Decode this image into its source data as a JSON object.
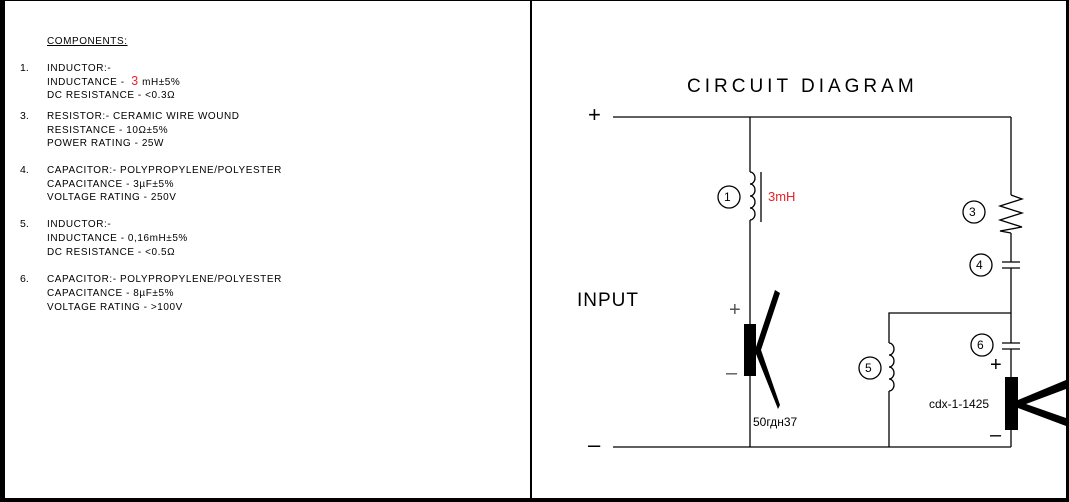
{
  "components": {
    "heading": "COMPONENTS:",
    "items": [
      {
        "num": "1.",
        "lines": [
          "INDUCTOR:-",
          "INDUCTANCE -",
          "DC RESISTANCE - <0.3Ω"
        ],
        "value_highlight": "3",
        "value_suffix": "mH±5%"
      },
      {
        "num": "3.",
        "lines": [
          "RESISTOR:- CERAMIC WIRE WOUND",
          "RESISTANCE - 10Ω±5%",
          "POWER RATING - 25W"
        ]
      },
      {
        "num": "4.",
        "lines": [
          "CAPACITOR:- POLYPROPYLENE/POLYESTER",
          "CAPACITANCE - 3µF±5%",
          "VOLTAGE RATING - 250V"
        ]
      },
      {
        "num": "5.",
        "lines": [
          "INDUCTOR:-",
          "INDUCTANCE - 0,16mH±5%",
          "DC RESISTANCE - <0.5Ω"
        ]
      },
      {
        "num": "6.",
        "lines": [
          "CAPACITOR:- POLYPROPYLENE/POLYESTER",
          "CAPACITANCE - 8µF±5%",
          "VOLTAGE RATING - >100V"
        ]
      }
    ]
  },
  "diagram": {
    "title": "CIRCUIT DIAGRAM",
    "input_label": "INPUT",
    "plus": "+",
    "minus": "–",
    "inductor1_label": "1",
    "inductor1_value": "3mH",
    "resistor_label": "3",
    "capacitor4_label": "4",
    "inductor5_label": "5",
    "capacitor6_label": "6",
    "woofer_model": "50гдн37",
    "tweeter_model": "cdx-1-1425",
    "accent_color": "#e8202a"
  }
}
